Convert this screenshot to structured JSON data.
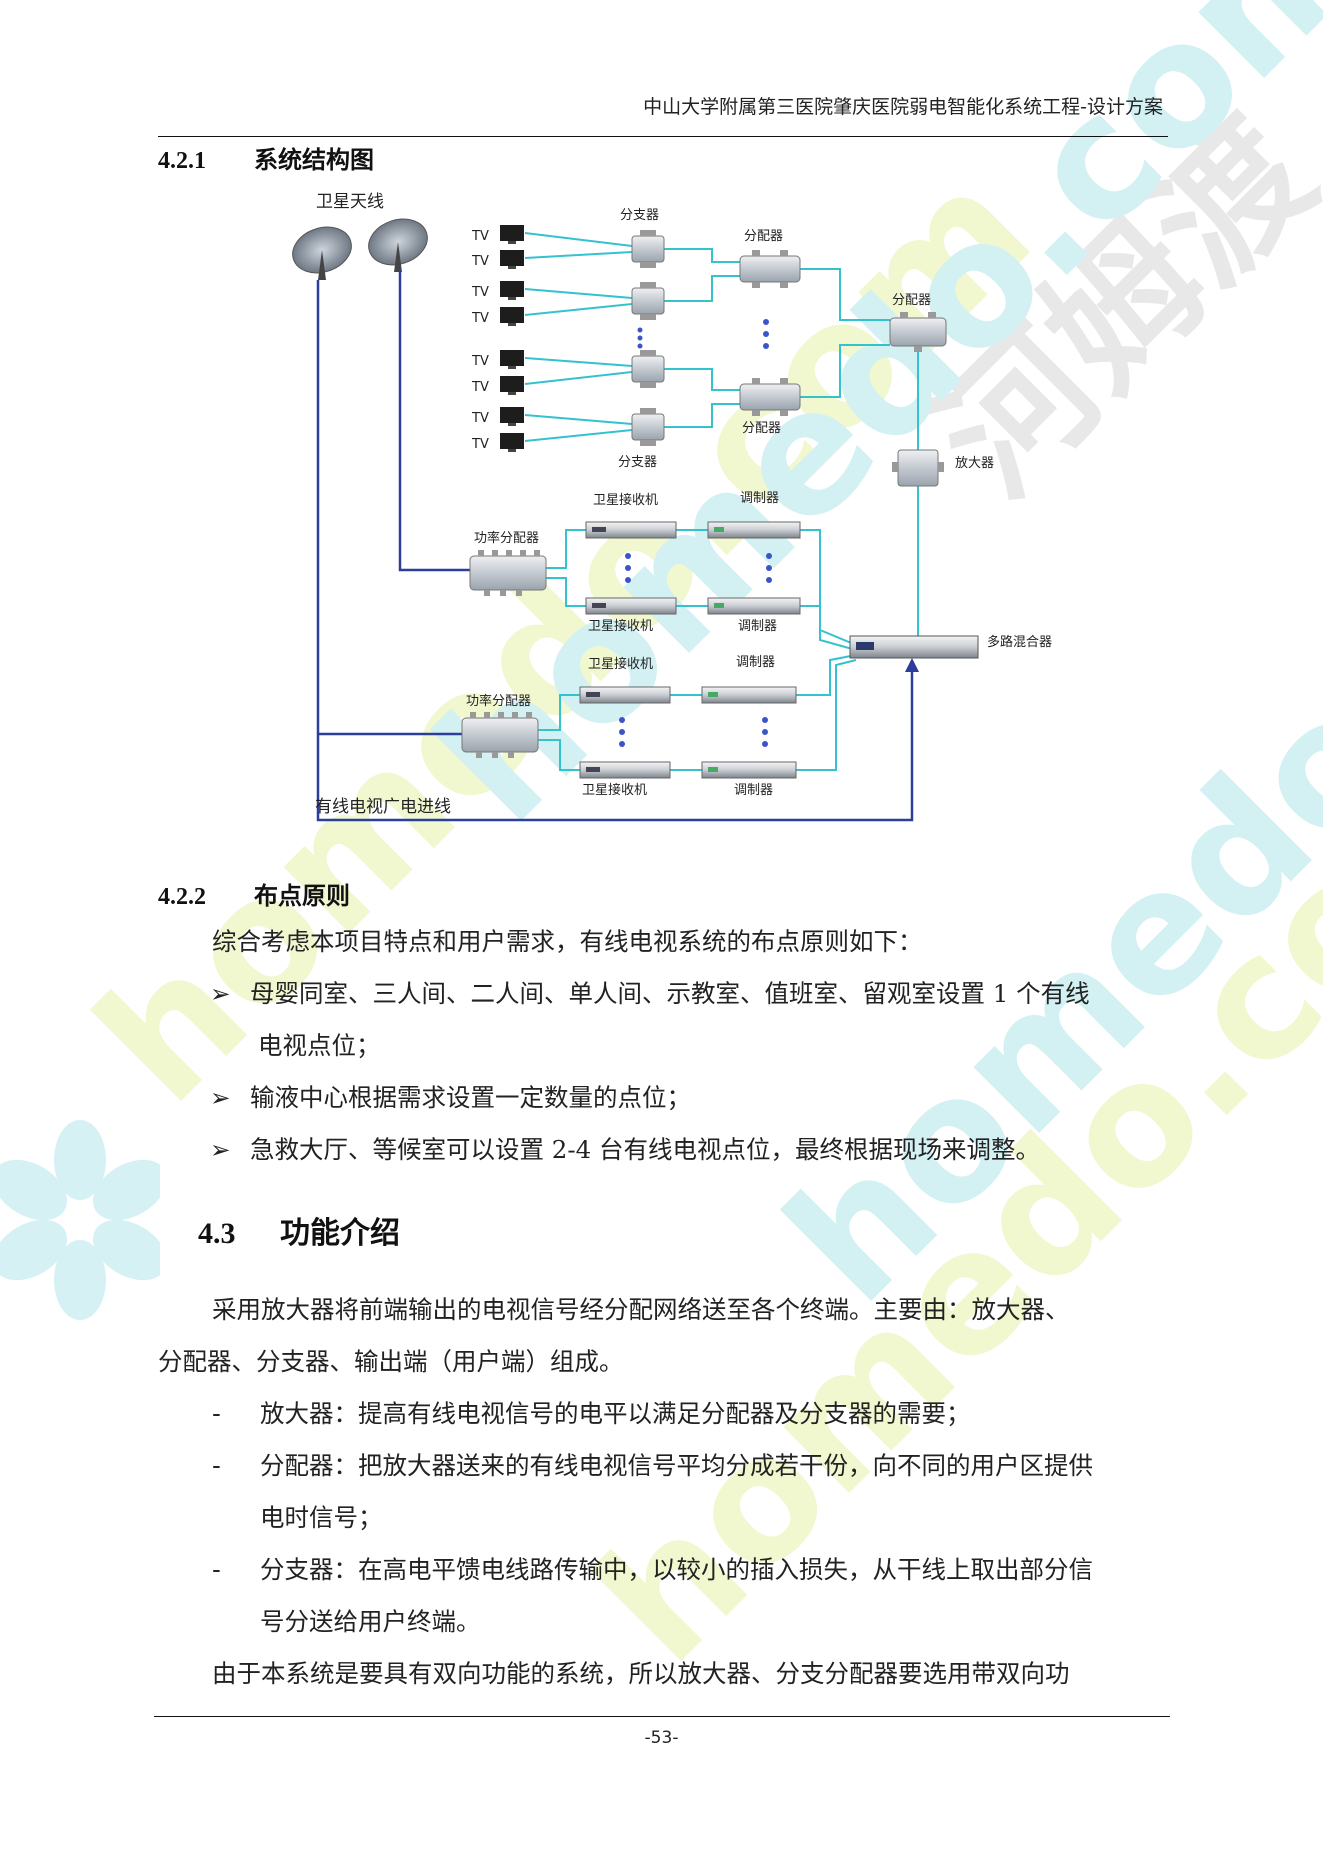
{
  "header": {
    "title": "中山大学附属第三医院肇庆医院弱电智能化系统工程-设计方案"
  },
  "sec_421": {
    "num": "4.2.1",
    "title": "系统结构图"
  },
  "diagram": {
    "lbl_sat_antenna": "卫星天线",
    "lbl_tv": "TV",
    "lbl_brancher": "分支器",
    "lbl_splitter": "分配器",
    "lbl_amplifier": "放大器",
    "lbl_sat_receiver": "卫星接收机",
    "lbl_modulator": "调制器",
    "lbl_power_splitter": "功率分配器",
    "lbl_mixer": "多路混合器",
    "lbl_cable_in": "有线电视广电进线"
  },
  "sec_422": {
    "num": "4.2.2",
    "title": "布点原则"
  },
  "p_intro": "综合考虑本项目特点和用户需求，有线电视系统的布点原则如下：",
  "bullets": [
    {
      "l1": "母婴同室、三人间、二人间、单人间、示教室、值班室、留观室设置 1 个有线",
      "l2": "电视点位；"
    },
    {
      "l1": "输液中心根据需求设置一定数量的点位；"
    },
    {
      "l1": "急救大厅、等候室可以设置 2-4 台有线电视点位，最终根据现场来调整。"
    }
  ],
  "bullet_mark": "➢",
  "sec_43": {
    "num": "4.3",
    "title": "功能介绍"
  },
  "p_func_l1": "采用放大器将前端输出的电视信号经分配网络送至各个终端。主要由：放大器、",
  "p_func_l2": "分配器、分支器、输出端（用户端）组成。",
  "dash_mark": "-",
  "dashes": [
    {
      "l1": "放大器：提高有线电视信号的电平以满足分配器及分支器的需要；"
    },
    {
      "l1": "分配器：把放大器送来的有线电视信号平均分成若干份，向不同的用户区提供",
      "l2": "电时信号；"
    },
    {
      "l1": "分支器：在高电平馈电线路传输中，以较小的插入损失，从干线上取出部分信",
      "l2": "号分送给用户终端。"
    }
  ],
  "p_last": "由于本系统是要具有双向功能的系统，所以放大器、分支分配器要选用带双向功",
  "footer": {
    "page": "-53-"
  },
  "watermark": {
    "text_cn": "河姆渡",
    "text_en": "homedo.com"
  },
  "colors": {
    "line_blue": "#2d3d9a",
    "line_cyan": "#35c2cf",
    "wm_cyan": "#cdeff2",
    "wm_yellow": "#f0f6c6"
  }
}
